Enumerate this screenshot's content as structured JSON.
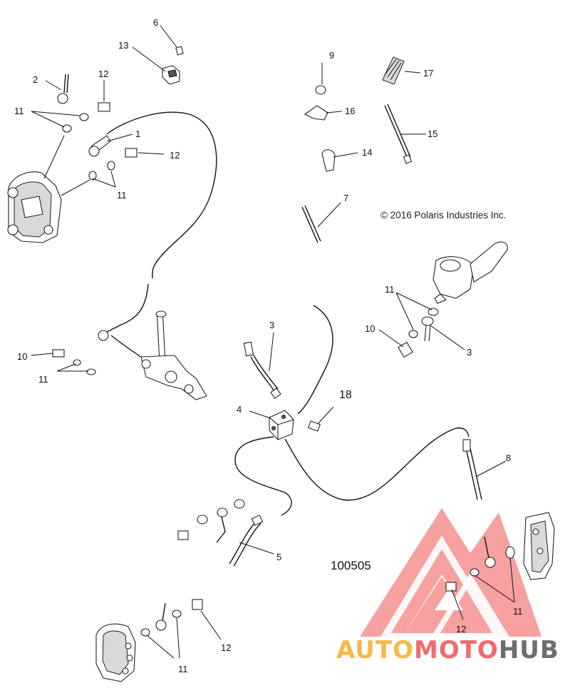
{
  "copyright": "© 2016 Polaris Industries Inc.",
  "drawing_number": "100505",
  "callouts": {
    "c6": "6",
    "c13": "13",
    "c2": "2",
    "c12a": "12",
    "c11a": "11",
    "c1": "1",
    "c12b": "12",
    "c11b": "11",
    "c9": "9",
    "c17": "17",
    "c16": "16",
    "c15": "15",
    "c14": "14",
    "c7": "7",
    "c11c": "11",
    "c10a": "10",
    "c3a": "3",
    "c3b": "3",
    "c10b": "10",
    "c11d": "11",
    "c4": "4",
    "c18": "18",
    "c8": "8",
    "c5": "5",
    "c11e": "11",
    "c12c": "12",
    "c11f": "11",
    "c12d": "12"
  },
  "watermark": {
    "auto": "AUTO",
    "moto": "MOTO",
    "hub": "HUB",
    "color_primary": "#f26b6b",
    "color_auto": "#f6b84a",
    "color_hub": "#6d6d6d"
  }
}
